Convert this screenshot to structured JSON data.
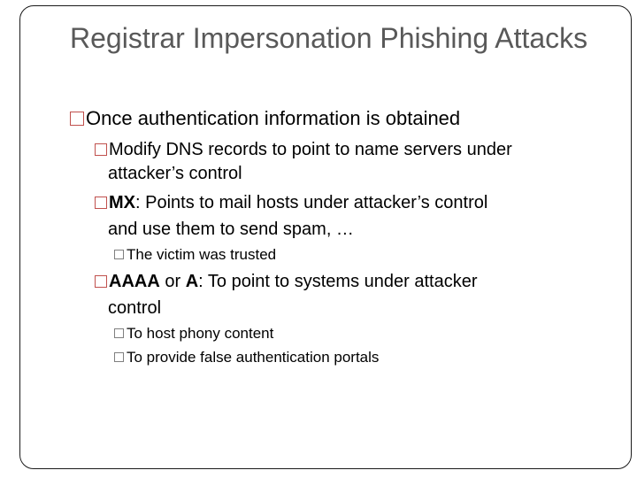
{
  "slide": {
    "title": "Registrar Impersonation Phishing Attacks",
    "bullets": {
      "b1": "Once authentication information is obtained",
      "b2_line1": "Modify DNS records to point to name servers under",
      "b2_line2": "attacker’s control",
      "b3_bold": "MX",
      "b3_line1_rest": ": Points to mail hosts under attacker’s control",
      "b3_line2": "and use them to send spam, …",
      "b3_sub": "The victim was trusted",
      "b4_bold1": "AAAA",
      "b4_mid": " or ",
      "b4_bold2": "A",
      "b4_line1_rest": ": To point to systems under attacker",
      "b4_line2": "control",
      "b4_sub1": "To host phony content",
      "b4_sub2": "To provide false authentication portals"
    },
    "colors": {
      "title": "#595959",
      "primary_marker": "#c0504d",
      "secondary_marker": "#7f7f7f"
    }
  }
}
